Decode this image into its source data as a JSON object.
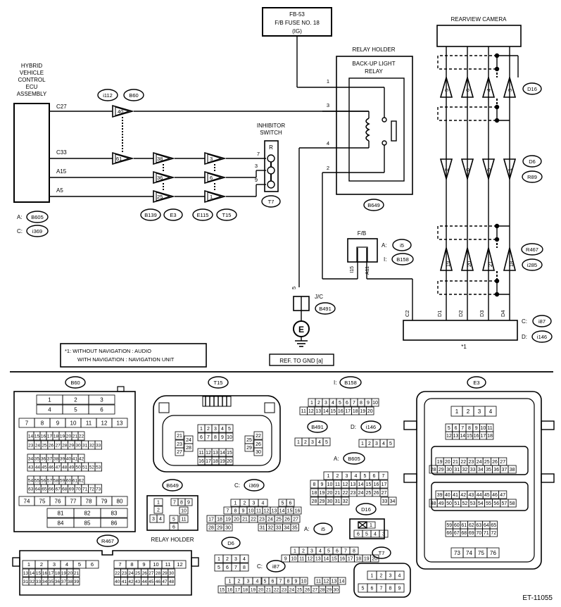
{
  "fuse": {
    "line1": "FB-53",
    "line2": "F/B FUSE NO. 18",
    "line3": "(IG)"
  },
  "ecu": {
    "lines": [
      "HYBRID",
      "VEHICLE",
      "CONTROL",
      "ECU",
      "ASSEMBLY"
    ],
    "pins": [
      "C27",
      "C33",
      "A15",
      "A5"
    ],
    "conn_a": {
      "prefix": "A:",
      "code": "B605"
    },
    "conn_c": {
      "prefix": "C:",
      "code": "i369"
    }
  },
  "relay": {
    "holder": "RELAY HOLDER",
    "name1": "BACK-UP LIGHT",
    "name2": "RELAY",
    "code": "B649",
    "pins": [
      "1",
      "3",
      "4",
      "2"
    ]
  },
  "inhibitor": {
    "line1": "INHIBITOR",
    "line2": "SWITCH",
    "pos": "R",
    "pins": [
      "7",
      "3",
      "9"
    ],
    "code": "T7"
  },
  "camera": {
    "label": "REARVIEW CAMERA"
  },
  "conn_top": [
    "i112",
    "B60"
  ],
  "conn_bottom": [
    "B139",
    "E3",
    "E115",
    "T15"
  ],
  "pins_40_61": [
    "40",
    "61"
  ],
  "pins_38_36_25": [
    "38",
    "36",
    "25"
  ],
  "pins_3_6_1": [
    "3",
    "6",
    "1"
  ],
  "fb": {
    "label": "F/B",
    "a_prefix": "A:",
    "a_code": "i5",
    "i_prefix": "I:",
    "i_code": "B158",
    "pin_i15": "I15",
    "pin_a11": "A11"
  },
  "jc": {
    "label": "J/C",
    "code": "B491",
    "pin": "5",
    "ground": "E"
  },
  "ref_gnd": "REF. TO GND [a]",
  "unit": {
    "pins": [
      "C2",
      "D1",
      "D2",
      "D3",
      "D4"
    ],
    "mark": "*1",
    "c_prefix": "C:",
    "c_code": "i87",
    "d_prefix": "D:",
    "d_code": "i146"
  },
  "d16": {
    "pins": [
      "5",
      "6",
      "4",
      "3"
    ],
    "code": "D16"
  },
  "d6": {
    "pins": [
      "2",
      "6",
      "5",
      "1"
    ],
    "code": "D6",
    "code2": "R89"
  },
  "r467": {
    "pins": [
      "19",
      "20",
      "21",
      "18"
    ],
    "code": "R467",
    "code2": "i285"
  },
  "note": {
    "line1": "*1: WITHOUT NAVIGATION  : AUDIO",
    "line2": "WITH NAVIGATION  : NAVIGATION UNIT"
  },
  "connectors": {
    "b60": "B60",
    "t15": "T15",
    "b158_prefix": "I:",
    "b158": "B158",
    "e3": "E3",
    "b491": "B491",
    "i146_prefix": "D:",
    "i146": "i146",
    "b605_prefix": "A:",
    "b605": "B605",
    "b649": "B649",
    "i369_prefix": "C:",
    "i369": "i369",
    "relay_holder": "RELAY HOLDER",
    "d16": "D16",
    "r467": "R467",
    "d6": "D6",
    "i5_prefix": "A:",
    "i5": "i5",
    "i87_prefix": "C:",
    "i87": "i87",
    "t7": "T7"
  },
  "footer": "ET-11055"
}
